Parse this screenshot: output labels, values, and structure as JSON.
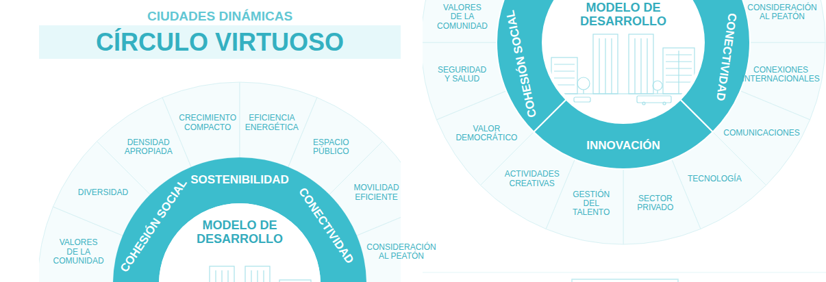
{
  "diagram": {
    "nodes": [
      {
        "text": [
          "CIUDADES DINÁMICAS",
          "CÍRCULO VIRTUOSO"
        ]
      },
      {
        "text": [
          "VALORES DE LA COMUNIDAD"
        ]
      },
      {
        "text": [
          "DIVERSIDAD"
        ]
      },
      {
        "text": [
          "DENSIDAD APROPIADA"
        ]
      },
      {
        "text": [
          "CRECIMIENTO COMPACTO"
        ]
      },
      {
        "text": [
          "EFICIENCIA ENERGÉTICA"
        ]
      },
      {
        "text": [
          "ESPACIO PÚBLICO"
        ]
      },
      {
        "text": [
          "MOVILIDAD EFICIENTE"
        ]
      },
      {
        "text": [
          "CONSIDERACIÓN AL PEATÓN"
        ]
      },
      {
        "text": [
          "COHESIÓN SOCIAL"
        ]
      },
      {
        "text": [
          "SOSTENIBILIDAD"
        ]
      },
      {
        "text": [
          "CONECTIVIDAD"
        ]
      },
      {
        "text": [
          "MODELO DE DESARROLLO"
        ]
      },
      {
        "text": [
          "VALORES DE LA COMUNIDAD"
        ]
      },
      {
        "text": [
          "SEGURIDAD Y SALUD"
        ]
      },
      {
        "text": [
          "VALOR DEMOCRÁTICO"
        ]
      },
      {
        "text": [
          "ACTIVIDADES CREATIVAS"
        ]
      },
      {
        "text": [
          "GESTIÓN DEL TALENTO"
        ]
      },
      {
        "text": [
          "SECTOR PRIVADO"
        ]
      },
      {
        "text": [
          "TECNOLOGÍA"
        ]
      },
      {
        "text": [
          "COMUNICACIONES"
        ]
      },
      {
        "text": [
          "CONEXIONES INTERNACIONALES"
        ]
      },
      {
        "text": [
          "CONSIDERACIÓN AL PEATÓN"
        ]
      },
      {
        "text": [
          "COHESIÓN SOCIAL"
        ]
      },
      {
        "text": [
          "CONECTIVIDAD"
        ]
      },
      {
        "text": [
          "INNOVACIÓN"
        ]
      },
      {
        "text": [
          "MODELO DE DESARROLLO"
        ]
      }
    ]
  }
}
